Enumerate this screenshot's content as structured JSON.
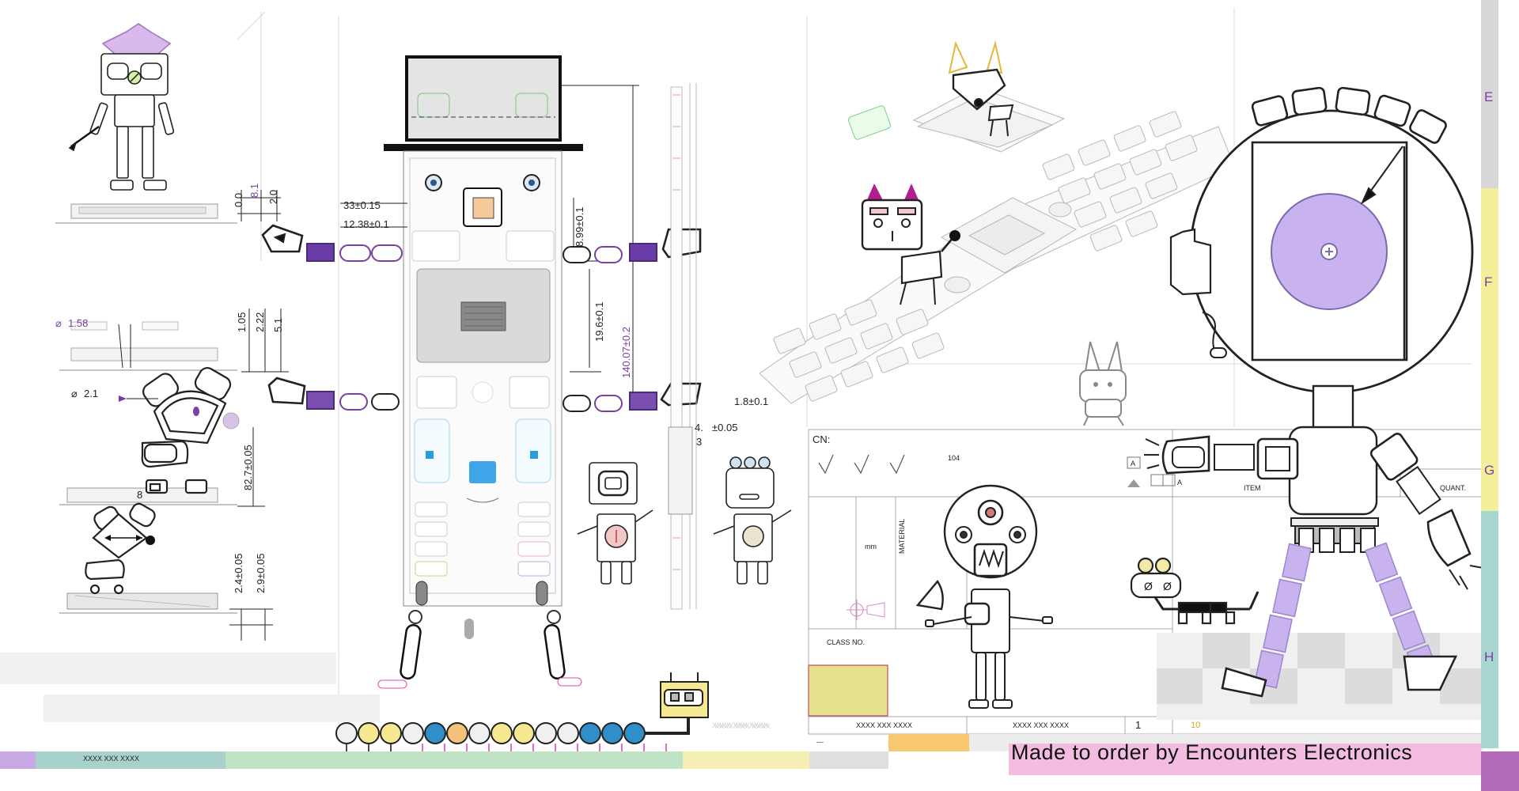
{
  "drawing": {
    "dimensions": {
      "d_0_0": "0.0",
      "d_8_1": "8.1",
      "d_2_0": "2.0",
      "d_33": "33±0.15",
      "d_12_38": "12.38±0.1",
      "d_8_99": "8.99±0.1",
      "d_19_6": "19.6±0.1",
      "d_140_07": "140.07±0.2",
      "d_dia_1_58": "1.58",
      "d_1_05": "1.05",
      "d_2_22": "2.22",
      "d_5_1": "5.1",
      "d_dia_2_1": "2.1",
      "d_82_7": "82.7±0.05",
      "d_8": "8",
      "d_2_4": "2.4±0.05",
      "d_2_9": "2.9±0.05",
      "d_1_8": "1.8±0.1",
      "d_4": "4.",
      "d_0_05": "±0.05",
      "d_3": "3"
    },
    "zones": [
      "E",
      "F",
      "G",
      "H"
    ],
    "title_block": {
      "cn_label": "CN:",
      "rev_number": "104",
      "unit": "mm",
      "material_label": "MATERIAL",
      "class_label": "CLASS NO.",
      "item_label": "ITEM",
      "quant_label": "QUANT.",
      "datum_a1": "A",
      "datum_a2": "A",
      "placeholder_1": "XXXX XXX XXXX",
      "placeholder_2": "XXXX XXX XXXX",
      "placeholder_3": "XXXX XXX XXXX",
      "placeholder_4": "XXXX XXX XXXX",
      "sheet_number": "1",
      "sheet_total": "10",
      "dashes": "---"
    },
    "footer_banner": "Made to order by Encounters Electronics"
  }
}
